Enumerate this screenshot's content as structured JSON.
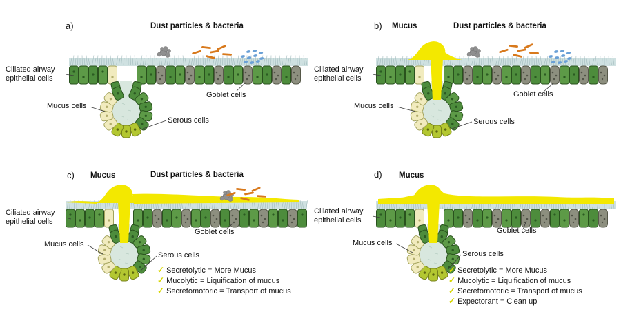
{
  "figure": {
    "letters": {
      "a": "a)",
      "b": "b)",
      "c": "c)",
      "d": "d)"
    }
  },
  "titles": {
    "mucus": "Mucus",
    "debris": "Dust particles & bacteria"
  },
  "labels": {
    "ciliated": "Ciliated airway epithelial cells",
    "mucus_cells": "Mucus cells",
    "serous_cells": "Serous cells",
    "goblet_cells": "Goblet cells"
  },
  "check_glyph": "✓",
  "checklists": {
    "c": [
      "Secretolytic = More Mucus",
      "Mucolytic = Liquification of mucus",
      "Secretomotoric = Transport of mucus"
    ],
    "d": [
      "Secretolytic = More Mucus",
      "Mucolytic = Liquification of mucus",
      "Secretomotoric = Transport of mucus",
      "Expectorant = Clean up"
    ]
  },
  "colors": {
    "cell_green_1": "#4d8c3c",
    "cell_green_2": "#5d9a47",
    "cell_outline": "#29521d",
    "goblet_gray": "#8d8f7f",
    "goblet_outline": "#565849",
    "cream_cell": "#f1ebbe",
    "cream_outline": "#a3a35c",
    "serous_cell": "#b3c731",
    "serous_outline": "#77821c",
    "cilia_band": "#cfe1e1",
    "cilia_stroke": "#9fb9bb",
    "gland_interior": "#d8e7de",
    "mucus_yellow": "#f3e800",
    "dust_gray": "#8f8f8f",
    "bacteria_orange": "#d8791c",
    "bacteria_blue": "#6aa0d6",
    "check": "#d6d600",
    "leader": "#3a3a3a"
  }
}
